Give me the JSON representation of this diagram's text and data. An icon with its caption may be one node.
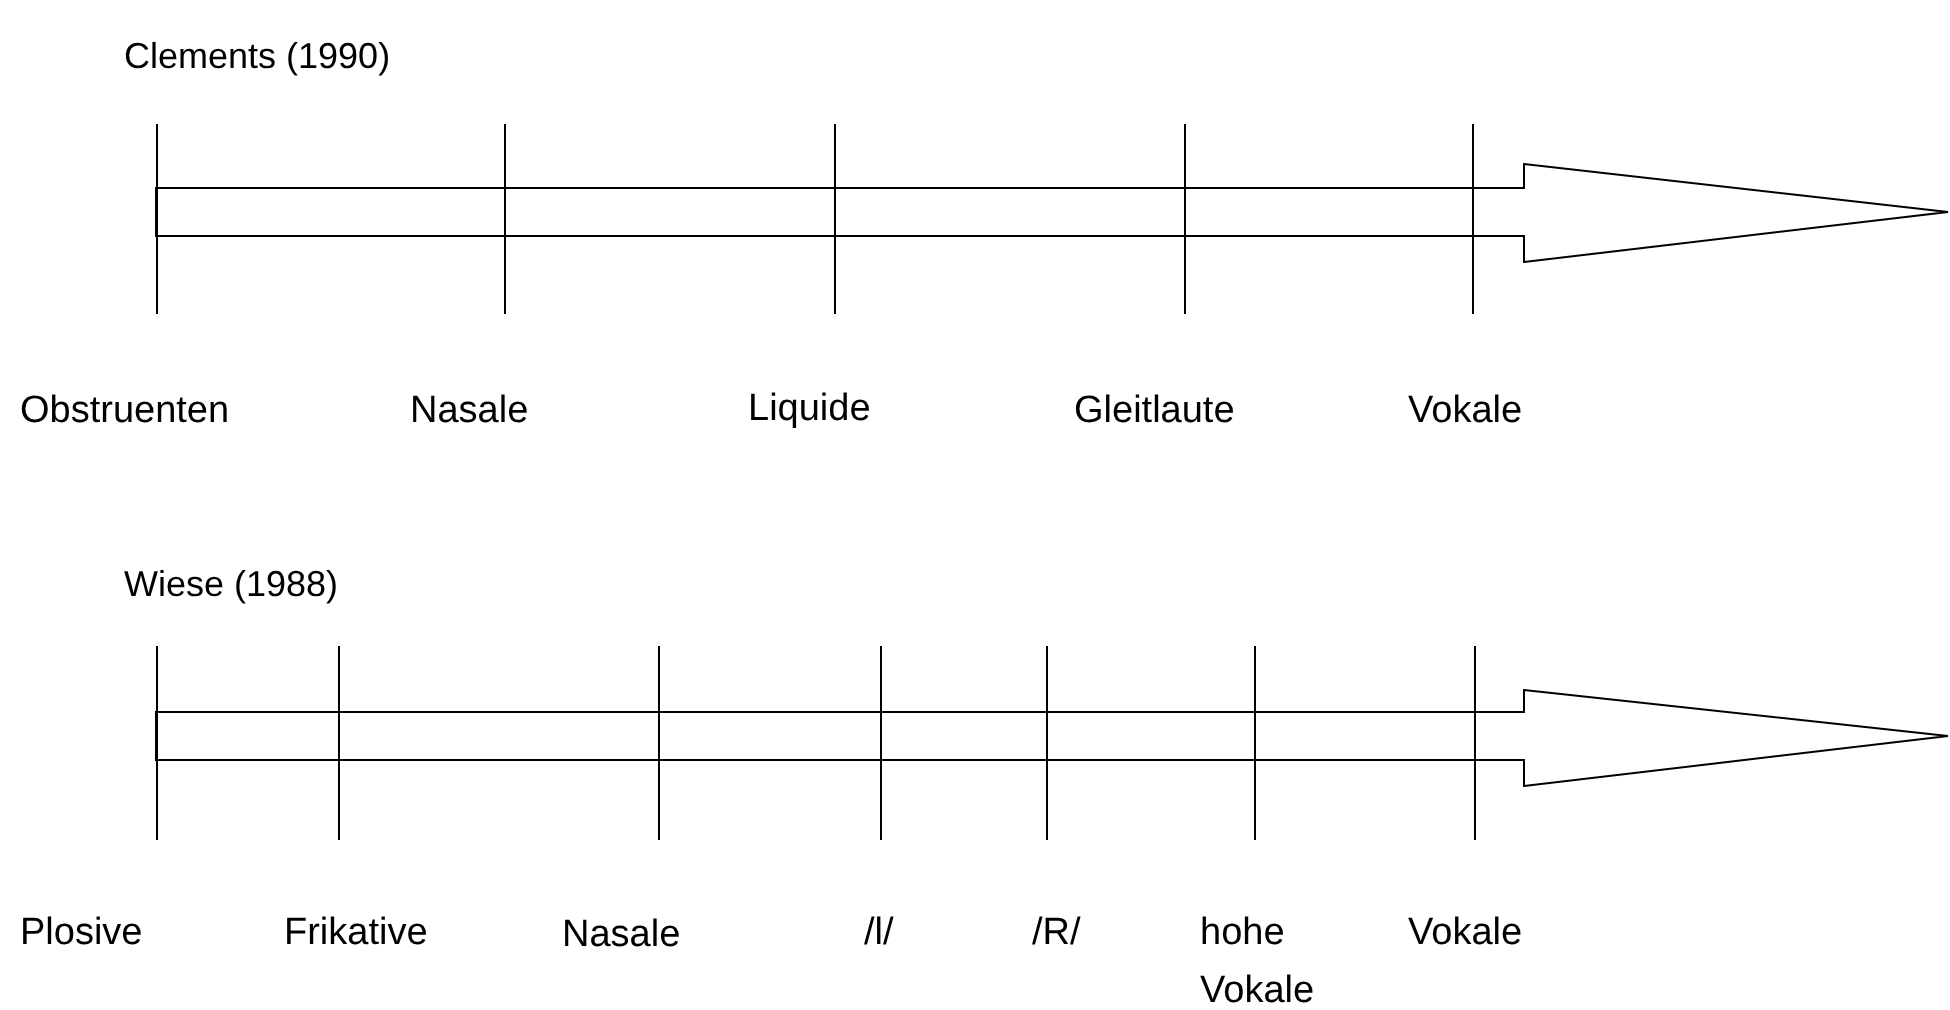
{
  "diagram": {
    "labels": [
      "Clements (1990)",
      "Obstruenten",
      "Nasale",
      "Liquide",
      "Gleitlaute",
      "Vokale",
      "Wiese (1988)",
      "Plosive",
      "Frikative",
      "Nasale",
      "/l/",
      "/R/",
      "hohe Vokale",
      "Vokale"
    ]
  }
}
